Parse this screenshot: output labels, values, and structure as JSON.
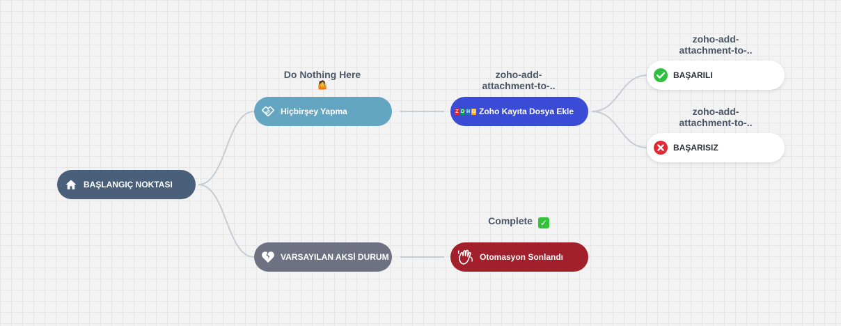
{
  "colors": {
    "connector": "#c4ccd6",
    "start": "#4a607a",
    "hicbirsey": "#64a6c2",
    "zoho": "#3a4bd6",
    "varsayilan": "#6e7182",
    "otomasyon": "#a1202b",
    "success": "#2fbf3f",
    "failure": "#e32934"
  },
  "nodes": {
    "start": {
      "label": "BAŞLANGIÇ NOKTASI",
      "icon": "home-icon"
    },
    "hicbirsey": {
      "label": "Hiçbirşey Yapma",
      "icon": "handshake-icon"
    },
    "zoho": {
      "label": "Zoho Kayıta Dosya Ekle",
      "icon": "zoho-logo-icon",
      "logo_letters": [
        "Z",
        "O",
        "H",
        "O"
      ]
    },
    "basarili": {
      "label": "BAŞARILI",
      "icon": "check-circle-icon"
    },
    "basarisiz": {
      "label": "BAŞARISIZ",
      "icon": "x-circle-icon"
    },
    "varsayilan": {
      "label": "VARSAYILAN AKSİ DURUM",
      "icon": "broken-heart-icon"
    },
    "otomasyon": {
      "label": "Otomasyon Sonlandı",
      "icon": "waving-hand-icon"
    }
  },
  "labels": {
    "do_nothing": {
      "line1": "Do Nothing Here",
      "emoji": "🤷"
    },
    "zoho_action": {
      "line1": "zoho-add-",
      "line2": "attachment-to-.."
    },
    "success_action": {
      "line1": "zoho-add-",
      "line2": "attachment-to-.."
    },
    "failure_action": {
      "line1": "zoho-add-",
      "line2": "attachment-to-.."
    },
    "complete": {
      "line1": "Complete",
      "check": "✓"
    }
  }
}
